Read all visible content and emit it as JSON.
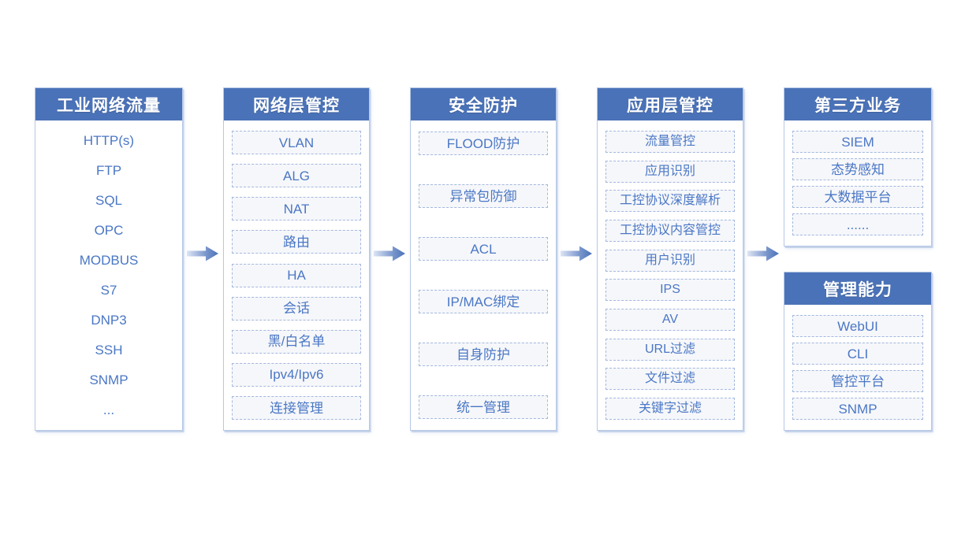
{
  "palette": {
    "header_bg": "#4a72b8",
    "header_text": "#ffffff",
    "column_border": "#b7c9e6",
    "item_border": "#a3b8df",
    "item_bg": "#f6f7fa",
    "item_text": "#4a77c5",
    "arrow_from": "#dce5f4",
    "arrow_to": "#4a72b8",
    "page_bg": "#ffffff"
  },
  "columns": [
    {
      "id": "industrial-traffic",
      "title": "工业网络流量",
      "style": "plain-list",
      "items": [
        "HTTP(s)",
        "FTP",
        "SQL",
        "OPC",
        "MODBUS",
        "S7",
        "DNP3",
        "SSH",
        "SNMP",
        "..."
      ]
    },
    {
      "id": "network-layer-control",
      "title": "网络层管控",
      "style": "dashed-boxes",
      "items": [
        "VLAN",
        "ALG",
        "NAT",
        "路由",
        "HA",
        "会话",
        "黑/白名单",
        "Ipv4/Ipv6",
        "连接管理"
      ]
    },
    {
      "id": "security-protection",
      "title": "安全防护",
      "style": "dashed-boxes",
      "items": [
        "FLOOD防护",
        "异常包防御",
        "ACL",
        "IP/MAC绑定",
        "自身防护",
        "统一管理"
      ]
    },
    {
      "id": "application-layer-control",
      "title": "应用层管控",
      "style": "dashed-boxes",
      "items": [
        "流量管控",
        "应用识别",
        "工控协议深度解析",
        "工控协议内容管控",
        "用户识别",
        "IPS",
        "AV",
        "URL过滤",
        "文件过滤",
        "关键字过滤"
      ]
    },
    {
      "id": "third-party-services",
      "title": "第三方业务",
      "style": "dashed-boxes",
      "items": [
        "SIEM",
        "态势感知",
        "大数据平台",
        "......"
      ]
    },
    {
      "id": "management-capability",
      "title": "管理能力",
      "style": "dashed-boxes",
      "items": [
        "WebUI",
        "CLI",
        "管控平台",
        "SNMP"
      ]
    }
  ],
  "arrows": {
    "count": 4,
    "direction": "right"
  }
}
